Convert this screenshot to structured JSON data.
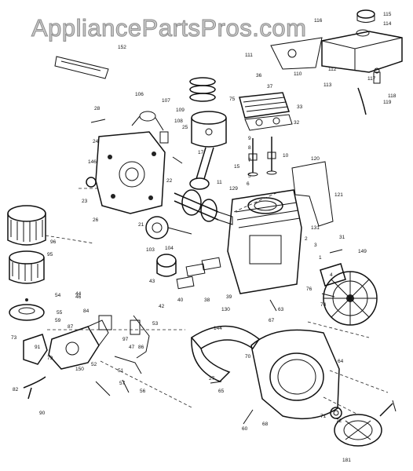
{
  "watermark": "AppliancePartsPros.com",
  "colors": {
    "ink": "#111111",
    "watermark_fill": "#c9c9c9",
    "watermark_stroke": "#8d8d8d",
    "background": "#ffffff"
  },
  "callouts": [
    {
      "id": "p115",
      "text": "115"
    },
    {
      "id": "p114",
      "text": "114"
    },
    {
      "id": "p116",
      "text": "116"
    },
    {
      "id": "p111",
      "text": "111"
    },
    {
      "id": "p112",
      "text": "112"
    },
    {
      "id": "p113",
      "text": "113"
    },
    {
      "id": "p117",
      "text": "117"
    },
    {
      "id": "p118",
      "text": "118"
    },
    {
      "id": "p119",
      "text": "119"
    },
    {
      "id": "p110",
      "text": "110"
    },
    {
      "id": "p36",
      "text": "36"
    },
    {
      "id": "p37",
      "text": "37"
    },
    {
      "id": "p152",
      "text": "152"
    },
    {
      "id": "p75",
      "text": "75"
    },
    {
      "id": "p33",
      "text": "33"
    },
    {
      "id": "p32",
      "text": "32"
    },
    {
      "id": "p106",
      "text": "106"
    },
    {
      "id": "p107",
      "text": "107"
    },
    {
      "id": "p109",
      "text": "109"
    },
    {
      "id": "p108",
      "text": "108"
    },
    {
      "id": "p28",
      "text": "28"
    },
    {
      "id": "p25",
      "text": "25"
    },
    {
      "id": "p17",
      "text": "17"
    },
    {
      "id": "p24",
      "text": "24"
    },
    {
      "id": "p146",
      "text": "146"
    },
    {
      "id": "p23",
      "text": "23"
    },
    {
      "id": "p120",
      "text": "120"
    },
    {
      "id": "p121",
      "text": "121"
    },
    {
      "id": "p129",
      "text": "129"
    },
    {
      "id": "p11",
      "text": "11"
    },
    {
      "id": "p22",
      "text": "22"
    },
    {
      "id": "p21",
      "text": "21"
    },
    {
      "id": "p26",
      "text": "26"
    },
    {
      "id": "p15",
      "text": "15"
    },
    {
      "id": "p131",
      "text": "131"
    },
    {
      "id": "p9",
      "text": "9"
    },
    {
      "id": "p8",
      "text": "8"
    },
    {
      "id": "p7",
      "text": "7"
    },
    {
      "id": "p6",
      "text": "6"
    },
    {
      "id": "p5",
      "text": "5"
    },
    {
      "id": "p10",
      "text": "10"
    },
    {
      "id": "p96",
      "text": "96"
    },
    {
      "id": "p95",
      "text": "95"
    },
    {
      "id": "p103",
      "text": "103"
    },
    {
      "id": "p104",
      "text": "104"
    },
    {
      "id": "p149",
      "text": "149"
    },
    {
      "id": "p38",
      "text": "38"
    },
    {
      "id": "p39",
      "text": "39"
    },
    {
      "id": "p40",
      "text": "40"
    },
    {
      "id": "p43",
      "text": "43"
    },
    {
      "id": "p44",
      "text": "44"
    },
    {
      "id": "p46",
      "text": "46"
    },
    {
      "id": "p54",
      "text": "54"
    },
    {
      "id": "p55",
      "text": "55"
    },
    {
      "id": "p59",
      "text": "59"
    },
    {
      "id": "p87",
      "text": "87"
    },
    {
      "id": "p73",
      "text": "73"
    },
    {
      "id": "p91",
      "text": "91"
    },
    {
      "id": "p79",
      "text": "79"
    },
    {
      "id": "p150",
      "text": "150"
    },
    {
      "id": "p82",
      "text": "82"
    },
    {
      "id": "p90",
      "text": "90"
    },
    {
      "id": "p52",
      "text": "52"
    },
    {
      "id": "p51",
      "text": "51"
    },
    {
      "id": "p57",
      "text": "57"
    },
    {
      "id": "p56",
      "text": "56"
    },
    {
      "id": "p27",
      "text": "27"
    },
    {
      "id": "p65",
      "text": "65"
    },
    {
      "id": "p60",
      "text": "60"
    },
    {
      "id": "p68",
      "text": "68"
    },
    {
      "id": "p70",
      "text": "70"
    },
    {
      "id": "p71",
      "text": "71"
    },
    {
      "id": "p72",
      "text": "72"
    },
    {
      "id": "p181",
      "text": "181"
    },
    {
      "id": "p64",
      "text": "64"
    },
    {
      "id": "p74",
      "text": "74"
    },
    {
      "id": "p76",
      "text": "76"
    },
    {
      "id": "p67",
      "text": "67"
    },
    {
      "id": "p63",
      "text": "63"
    },
    {
      "id": "p130",
      "text": "130"
    },
    {
      "id": "p144",
      "text": "144"
    },
    {
      "id": "p53",
      "text": "53"
    },
    {
      "id": "p97",
      "text": "97"
    },
    {
      "id": "p86",
      "text": "86"
    },
    {
      "id": "p84",
      "text": "84"
    },
    {
      "id": "p2",
      "text": "2"
    },
    {
      "id": "p3",
      "text": "3"
    },
    {
      "id": "p1",
      "text": "1"
    },
    {
      "id": "p4",
      "text": "4"
    },
    {
      "id": "p42",
      "text": "42"
    },
    {
      "id": "p47",
      "text": "47"
    },
    {
      "id": "p31",
      "text": "31"
    }
  ]
}
